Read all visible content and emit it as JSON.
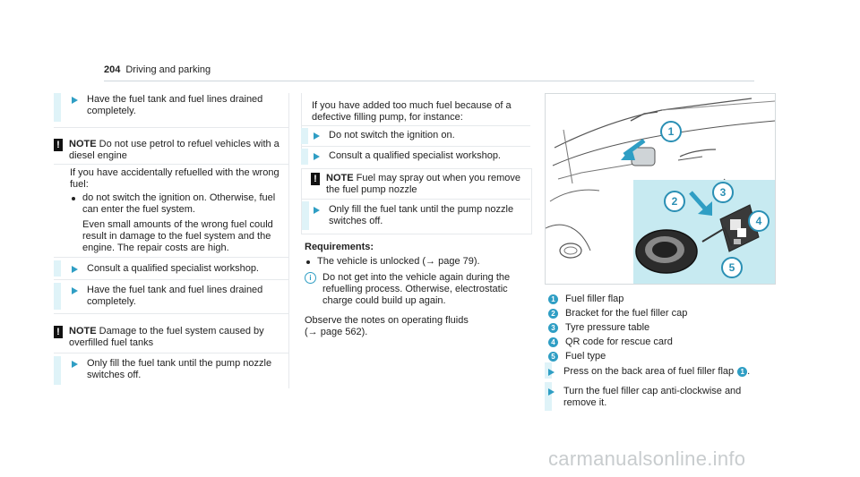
{
  "header": {
    "page_number": "204",
    "section": "Driving and parking"
  },
  "col1": {
    "step_drain_1": "Have the fuel tank and fuel lines drained completely.",
    "note1_label": "NOTE",
    "note1_title": "Do not use petrol to refuel vehicles with a diesel engine",
    "note1_intro": "If you have accidentally refuelled with the wrong fuel:",
    "note1_bullet": "do not switch the ignition on. Otherwise, fuel can enter the fuel system.",
    "note1_para": "Even small amounts of the wrong fuel could result in damage to the fuel system and the engine. The repair costs are high.",
    "note1_step1": "Consult a qualified specialist workshop.",
    "note1_step2": "Have the fuel tank and fuel lines drained completely.",
    "note2_label": "NOTE",
    "note2_title": "Damage to the fuel system caused by overfilled fuel tanks",
    "note2_step1": "Only fill the fuel tank until the pump nozzle switches off."
  },
  "col2": {
    "intro": "If you have added too much fuel because of a defective filling pump, for instance:",
    "step1": "Do not switch the ignition on.",
    "step2": "Consult a qualified specialist workshop.",
    "note3_label": "NOTE",
    "note3_title": "Fuel may spray out when you remove the fuel pump nozzle",
    "note3_step1": "Only fill the fuel tank until the pump nozzle switches off.",
    "req_heading": "Requirements:",
    "req_bullet": "The vehicle is unlocked (→ page 79).",
    "info_text": "Do not get into the vehicle again during the refuelling process. Otherwise, electrostatic charge could build up again.",
    "observe": "Observe the notes on operating fluids (→ page 562)."
  },
  "col3": {
    "figure": {
      "callouts": [
        "1",
        "2",
        "3",
        "4",
        "5"
      ]
    },
    "legend": [
      {
        "num": "1",
        "text": "Fuel filler flap"
      },
      {
        "num": "2",
        "text": "Bracket for the fuel filler cap"
      },
      {
        "num": "3",
        "text": "Tyre pressure table"
      },
      {
        "num": "4",
        "text": "QR code for rescue card"
      },
      {
        "num": "5",
        "text": "Fuel type"
      }
    ],
    "step1_pre": "Press on the back area of fuel filler flap",
    "step1_num": "1",
    "step1_post": ".",
    "step2": "Turn the fuel filler cap anti-clockwise and remove it."
  },
  "footer": {
    "watermark": "carmanualsonline.info"
  },
  "colors": {
    "accent": "#2f9ec4",
    "cyan_panel": "#c7eaf1",
    "cyan_bar": "#dff3f8"
  }
}
